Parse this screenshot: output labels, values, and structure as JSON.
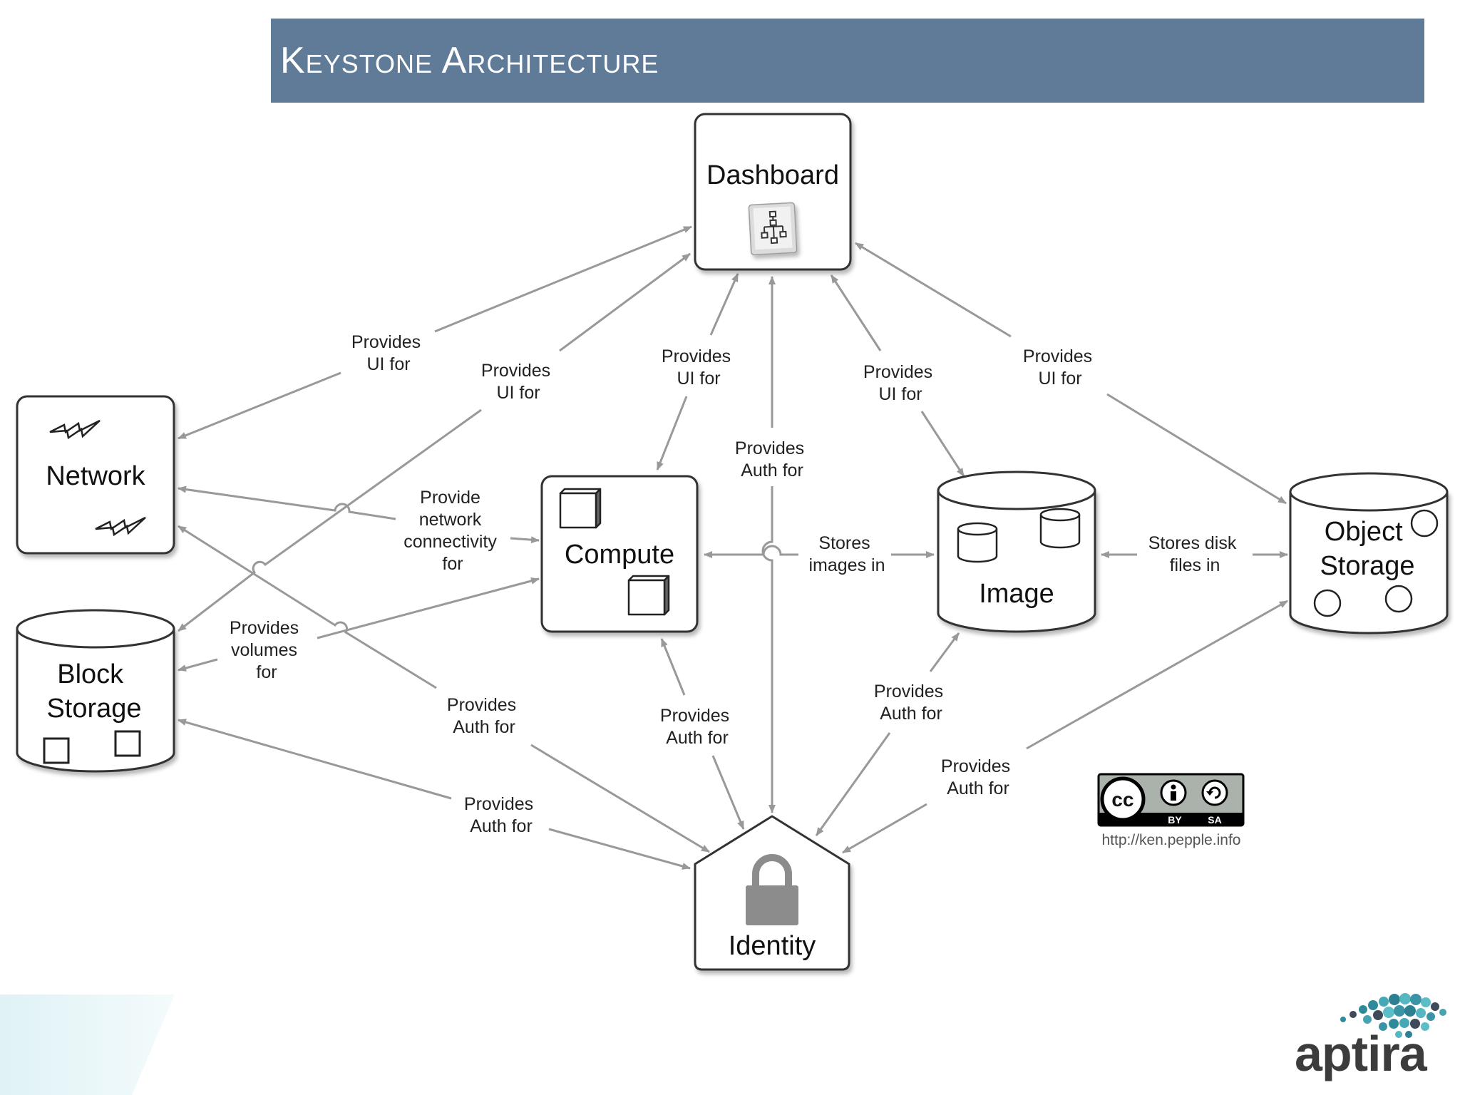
{
  "slide": {
    "title": "Keystone Architecture"
  },
  "nodes": {
    "dashboard": "Dashboard",
    "network": "Network",
    "compute": "Compute",
    "image": "Image",
    "object_storage_line1": "Object",
    "object_storage_line2": "Storage",
    "block_storage_line1": "Block",
    "block_storage_line2": "Storage",
    "identity": "Identity"
  },
  "edge_labels": {
    "ui_network": [
      "Provides",
      "UI for"
    ],
    "ui_block": [
      "Provides",
      "UI for"
    ],
    "ui_compute": [
      "Provides",
      "UI for"
    ],
    "auth_dashboard": [
      "Provides",
      "Auth for"
    ],
    "ui_image": [
      "Provides",
      "UI for"
    ],
    "ui_object": [
      "Provides",
      "UI for"
    ],
    "network_compute": [
      "Provide",
      "network",
      "connectivity",
      "for"
    ],
    "compute_image": [
      "Stores",
      "images in"
    ],
    "image_object": [
      "Stores disk",
      "files in"
    ],
    "volumes_compute": [
      "Provides",
      "volumes",
      "for"
    ],
    "auth_network": [
      "Provides",
      "Auth for"
    ],
    "auth_compute": [
      "Provides",
      "Auth for"
    ],
    "auth_image": [
      "Provides",
      "Auth for"
    ],
    "auth_object": [
      "Provides",
      "Auth for"
    ],
    "auth_block": [
      "Provides",
      "Auth for"
    ]
  },
  "license": {
    "cc": "cc",
    "by": "BY",
    "sa": "SA",
    "url": "http://ken.pepple.info"
  },
  "logo": {
    "text": "aptira"
  },
  "colors": {
    "title_bar": "#5f7b98",
    "arrow": "#999999",
    "node_stroke": "#333333"
  }
}
